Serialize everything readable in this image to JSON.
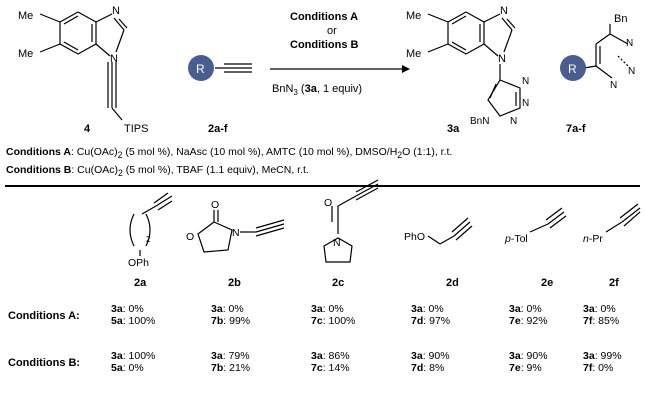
{
  "scheme": {
    "compound_4": {
      "label": "4",
      "methyl_1": "Me",
      "methyl_2": "Me",
      "n_top": "N",
      "n_ring": "N",
      "silyl": "TIPS"
    },
    "alkyne": {
      "r_group": "R",
      "label": "2a-f"
    },
    "arrow": {
      "line1": "Conditions A",
      "line2": "or",
      "line3": "Conditions B",
      "reagent": "BnN",
      "reagent_sub": "3",
      "reagent_tail_label": "3a",
      "reagent_tail": ", 1 equiv)"
    },
    "product_3a": {
      "label": "3a",
      "methyl_1": "Me",
      "methyl_2": "Me",
      "n_top": "N",
      "n_ring": "N",
      "triazole_n1": "N",
      "triazole_n2": "N",
      "triazole_n3": "N",
      "bn": "BnN"
    },
    "product_7": {
      "label": "7a-f",
      "r_group": "R",
      "bn": "Bn",
      "n1": "N",
      "n2": "N",
      "n3": "N"
    }
  },
  "conditions": {
    "a": {
      "name": "Conditions A",
      "cat": "Cu(OAc)",
      "cat_sub": "2",
      "rest": " (5 mol %), NaAsc (10 mol %), AMTC (10 mol %), DMSO/H",
      "h2o_sub": "2",
      "tail": "O (1:1), r.t."
    },
    "b": {
      "name": "Conditions B",
      "cat": "Cu(OAc)",
      "cat_sub": "2",
      "rest": " (5 mol %), TBAF (1.1 equiv), MeCN, r.t."
    }
  },
  "substrates": [
    {
      "label": "2a",
      "text1": "2",
      "text2": "OPh"
    },
    {
      "label": "2b",
      "text1": "O",
      "text2": "O",
      "text3": "N"
    },
    {
      "label": "2c",
      "text1": "O",
      "text2": "N"
    },
    {
      "label": "2d",
      "text1": "PhO"
    },
    {
      "label": "2e",
      "text1": "p",
      "text2": "-Tol"
    },
    {
      "label": "2f",
      "text1": "n",
      "text2": "-Pr"
    }
  ],
  "rows": {
    "a": {
      "head": "Conditions A:",
      "cells": [
        {
          "p1": "3a",
          "v1": ": 0%",
          "p2": "5a",
          "v2": ": 100%"
        },
        {
          "p1": "3a",
          "v1": ": 0%",
          "p2": "7b",
          "v2": ": 99%"
        },
        {
          "p1": "3a",
          "v1": ": 0%",
          "p2": "7c",
          "v2": ": 100%"
        },
        {
          "p1": "3a",
          "v1": ": 0%",
          "p2": "7d",
          "v2": ": 97%"
        },
        {
          "p1": "3a",
          "v1": ": 0%",
          "p2": "7e",
          "v2": ": 92%"
        },
        {
          "p1": "3a",
          "v1": ": 0%",
          "p2": "7f",
          "v2": ": 85%"
        }
      ]
    },
    "b": {
      "head": "Conditions B:",
      "cells": [
        {
          "p1": "3a",
          "v1": ": 100%",
          "p2": "5a",
          "v2": ": 0%"
        },
        {
          "p1": "3a",
          "v1": ": 79%",
          "p2": "7b",
          "v2": ": 21%"
        },
        {
          "p1": "3a",
          "v1": ": 86%",
          "p2": "7c",
          "v2": ": 14%"
        },
        {
          "p1": "3a",
          "v1": ": 90%",
          "p2": "7d",
          "v2": ": 8%"
        },
        {
          "p1": "3a",
          "v1": ": 90%",
          "p2": "7e",
          "v2": ": 9%"
        },
        {
          "p1": "3a",
          "v1": ": 99%",
          "p2": "7f",
          "v2": ": 0%"
        }
      ]
    }
  },
  "colors": {
    "r_bubble": "#4a5d8f",
    "line": "#000000"
  }
}
